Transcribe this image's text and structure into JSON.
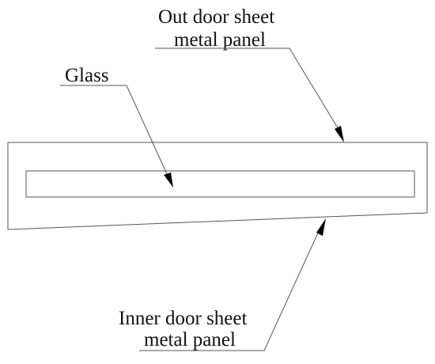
{
  "labels": {
    "outer_line1": "Out door sheet",
    "outer_line2": "metal panel",
    "glass": "Glass",
    "inner_line1": "Inner door sheet",
    "inner_line2": "metal panel"
  },
  "colors": {
    "line": "#555555",
    "arrow": "#000000",
    "text": "#111111",
    "background": "#ffffff"
  }
}
